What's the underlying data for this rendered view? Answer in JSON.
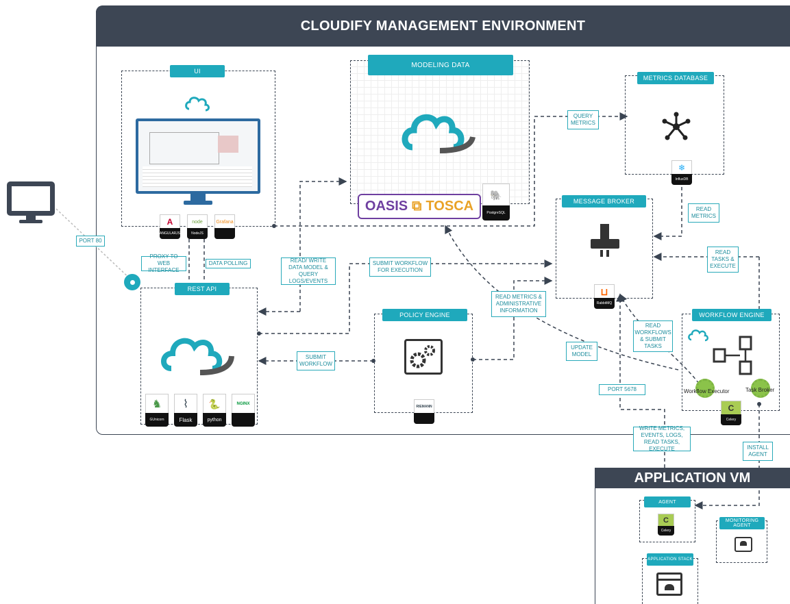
{
  "header": {
    "title": "CLOUDIFY MANAGEMENT ENVIRONMENT"
  },
  "components": {
    "ui": "UI",
    "modeling_data": "MODELING DATA",
    "metrics_database": "METRICS DATABASE",
    "message_broker": "MESSAGE BROKER",
    "rest_api": "REST API",
    "policy_engine": "POLICY ENGINE",
    "workflow_engine": "WORKFLOW ENGINE"
  },
  "application_vm": {
    "title": "APPLICATION VM",
    "agent": "AGENT",
    "monitoring_agent": "MONITORING AGENT",
    "application_stack": "APPLICATION STACK"
  },
  "labels": {
    "port_80": "PORT 80",
    "proxy": "PROXY TO WEB INTERFACE",
    "data_polling": "DATA POLLING",
    "read_write_data": "READ/ WRITE DATA MODEL & QUERY LOGS/EVENTS",
    "submit_workflow_exec": "SUBMIT WORKFLOW FOR EXECUTION",
    "query_metrics": "QUERY METRICS",
    "read_metrics": "READ METRICS",
    "read_tasks": "READ TASKS & EXECUTE",
    "read_metrics_admin": "READ METRICS & ADMINISTRATIVE INFORMATION",
    "submit_workflow": "SUBMIT WORKFLOW",
    "read_workflows": "READ WORKFLOWS & SUBMIT TASKS",
    "update_model": "UPDATE MODEL",
    "port_5678": "PORT 5678",
    "write_metrics": "WRITE METRICS, EVENTS, LOGS, READ TASKS, EXECUTE",
    "install_agent": "INSTALL AGENT"
  },
  "logos": {
    "oasis": "OASIS",
    "tosca": "TOSCA",
    "angular": "ANGULARJS",
    "node": "NodeJS",
    "grafana": "Grafana",
    "influxdb": "InfluxDB",
    "rabbitmq": "RabbitMQ",
    "postgres": "PostgreSQL",
    "gunicorn": "GUnicorn",
    "flask": "Flask",
    "python": "python",
    "nginx": "NGINX",
    "riemann": "RIEMANN",
    "celery": "Celery",
    "workflow_executor": "Workflow Executor",
    "task_broker": "Task Broker"
  },
  "colors": {
    "teal": "#1fa9bc",
    "dark": "#3d4654"
  }
}
